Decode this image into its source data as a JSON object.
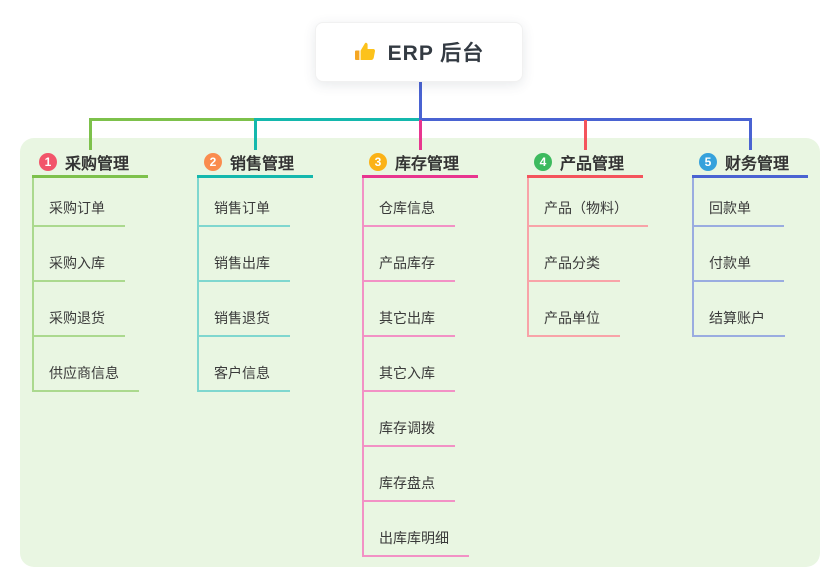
{
  "root": {
    "label": "ERP 后台",
    "icon": "thumbs-up-icon"
  },
  "colors": {
    "canvas_bg": "#ffffff",
    "panel_bg": "#e9f6e2",
    "root_stem_blue": "#4a63d2",
    "root_text": "#333a42",
    "thumb_yellow": "#fcc21b",
    "thumb_cuff": "#f5a623"
  },
  "branches": [
    {
      "number": "1",
      "label": "采购管理",
      "line_color": "#7dc14b",
      "sub_line_color": "#abd98e",
      "badge_color": "#f2556a",
      "items": [
        "采购订单",
        "采购入库",
        "采购退货",
        "供应商信息"
      ]
    },
    {
      "number": "2",
      "label": "销售管理",
      "line_color": "#14b8ad",
      "sub_line_color": "#7fd7cf",
      "badge_color": "#fa8c4e",
      "items": [
        "销售订单",
        "销售出库",
        "销售退货",
        "客户信息"
      ]
    },
    {
      "number": "3",
      "label": "库存管理",
      "line_color": "#e8368f",
      "sub_line_color": "#f291c5",
      "badge_color": "#fbb216",
      "items": [
        "仓库信息",
        "产品库存",
        "其它出库",
        "其它入库",
        "库存调拨",
        "库存盘点",
        "出库库明细"
      ]
    },
    {
      "number": "4",
      "label": "产品管理",
      "line_color": "#f4545c",
      "sub_line_color": "#f8a3a8",
      "badge_color": "#3dba5e",
      "items": [
        "产品（物料）",
        "产品分类",
        "产品单位"
      ]
    },
    {
      "number": "5",
      "label": "财务管理",
      "line_color": "#4a63d2",
      "sub_line_color": "#9aace0",
      "badge_color": "#35a1dc",
      "items": [
        "回款单",
        "付款单",
        "结算账户"
      ]
    }
  ]
}
